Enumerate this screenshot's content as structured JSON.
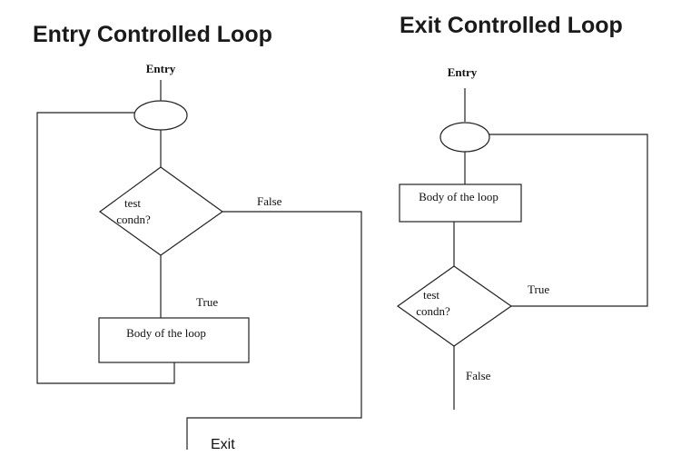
{
  "entry_controlled": {
    "title": "Entry Controlled Loop",
    "entry_label": "Entry",
    "condition_line1": "test",
    "condition_line2": "condn?",
    "false_label": "False",
    "true_label": "True",
    "body_label": "Body of the loop",
    "exit_label": "Exit"
  },
  "exit_controlled": {
    "title": "Exit Controlled Loop",
    "entry_label": "Entry",
    "body_label": "Body of the loop",
    "condition_line1": "test",
    "condition_line2": "condn?",
    "true_label": "True",
    "false_label": "False"
  }
}
